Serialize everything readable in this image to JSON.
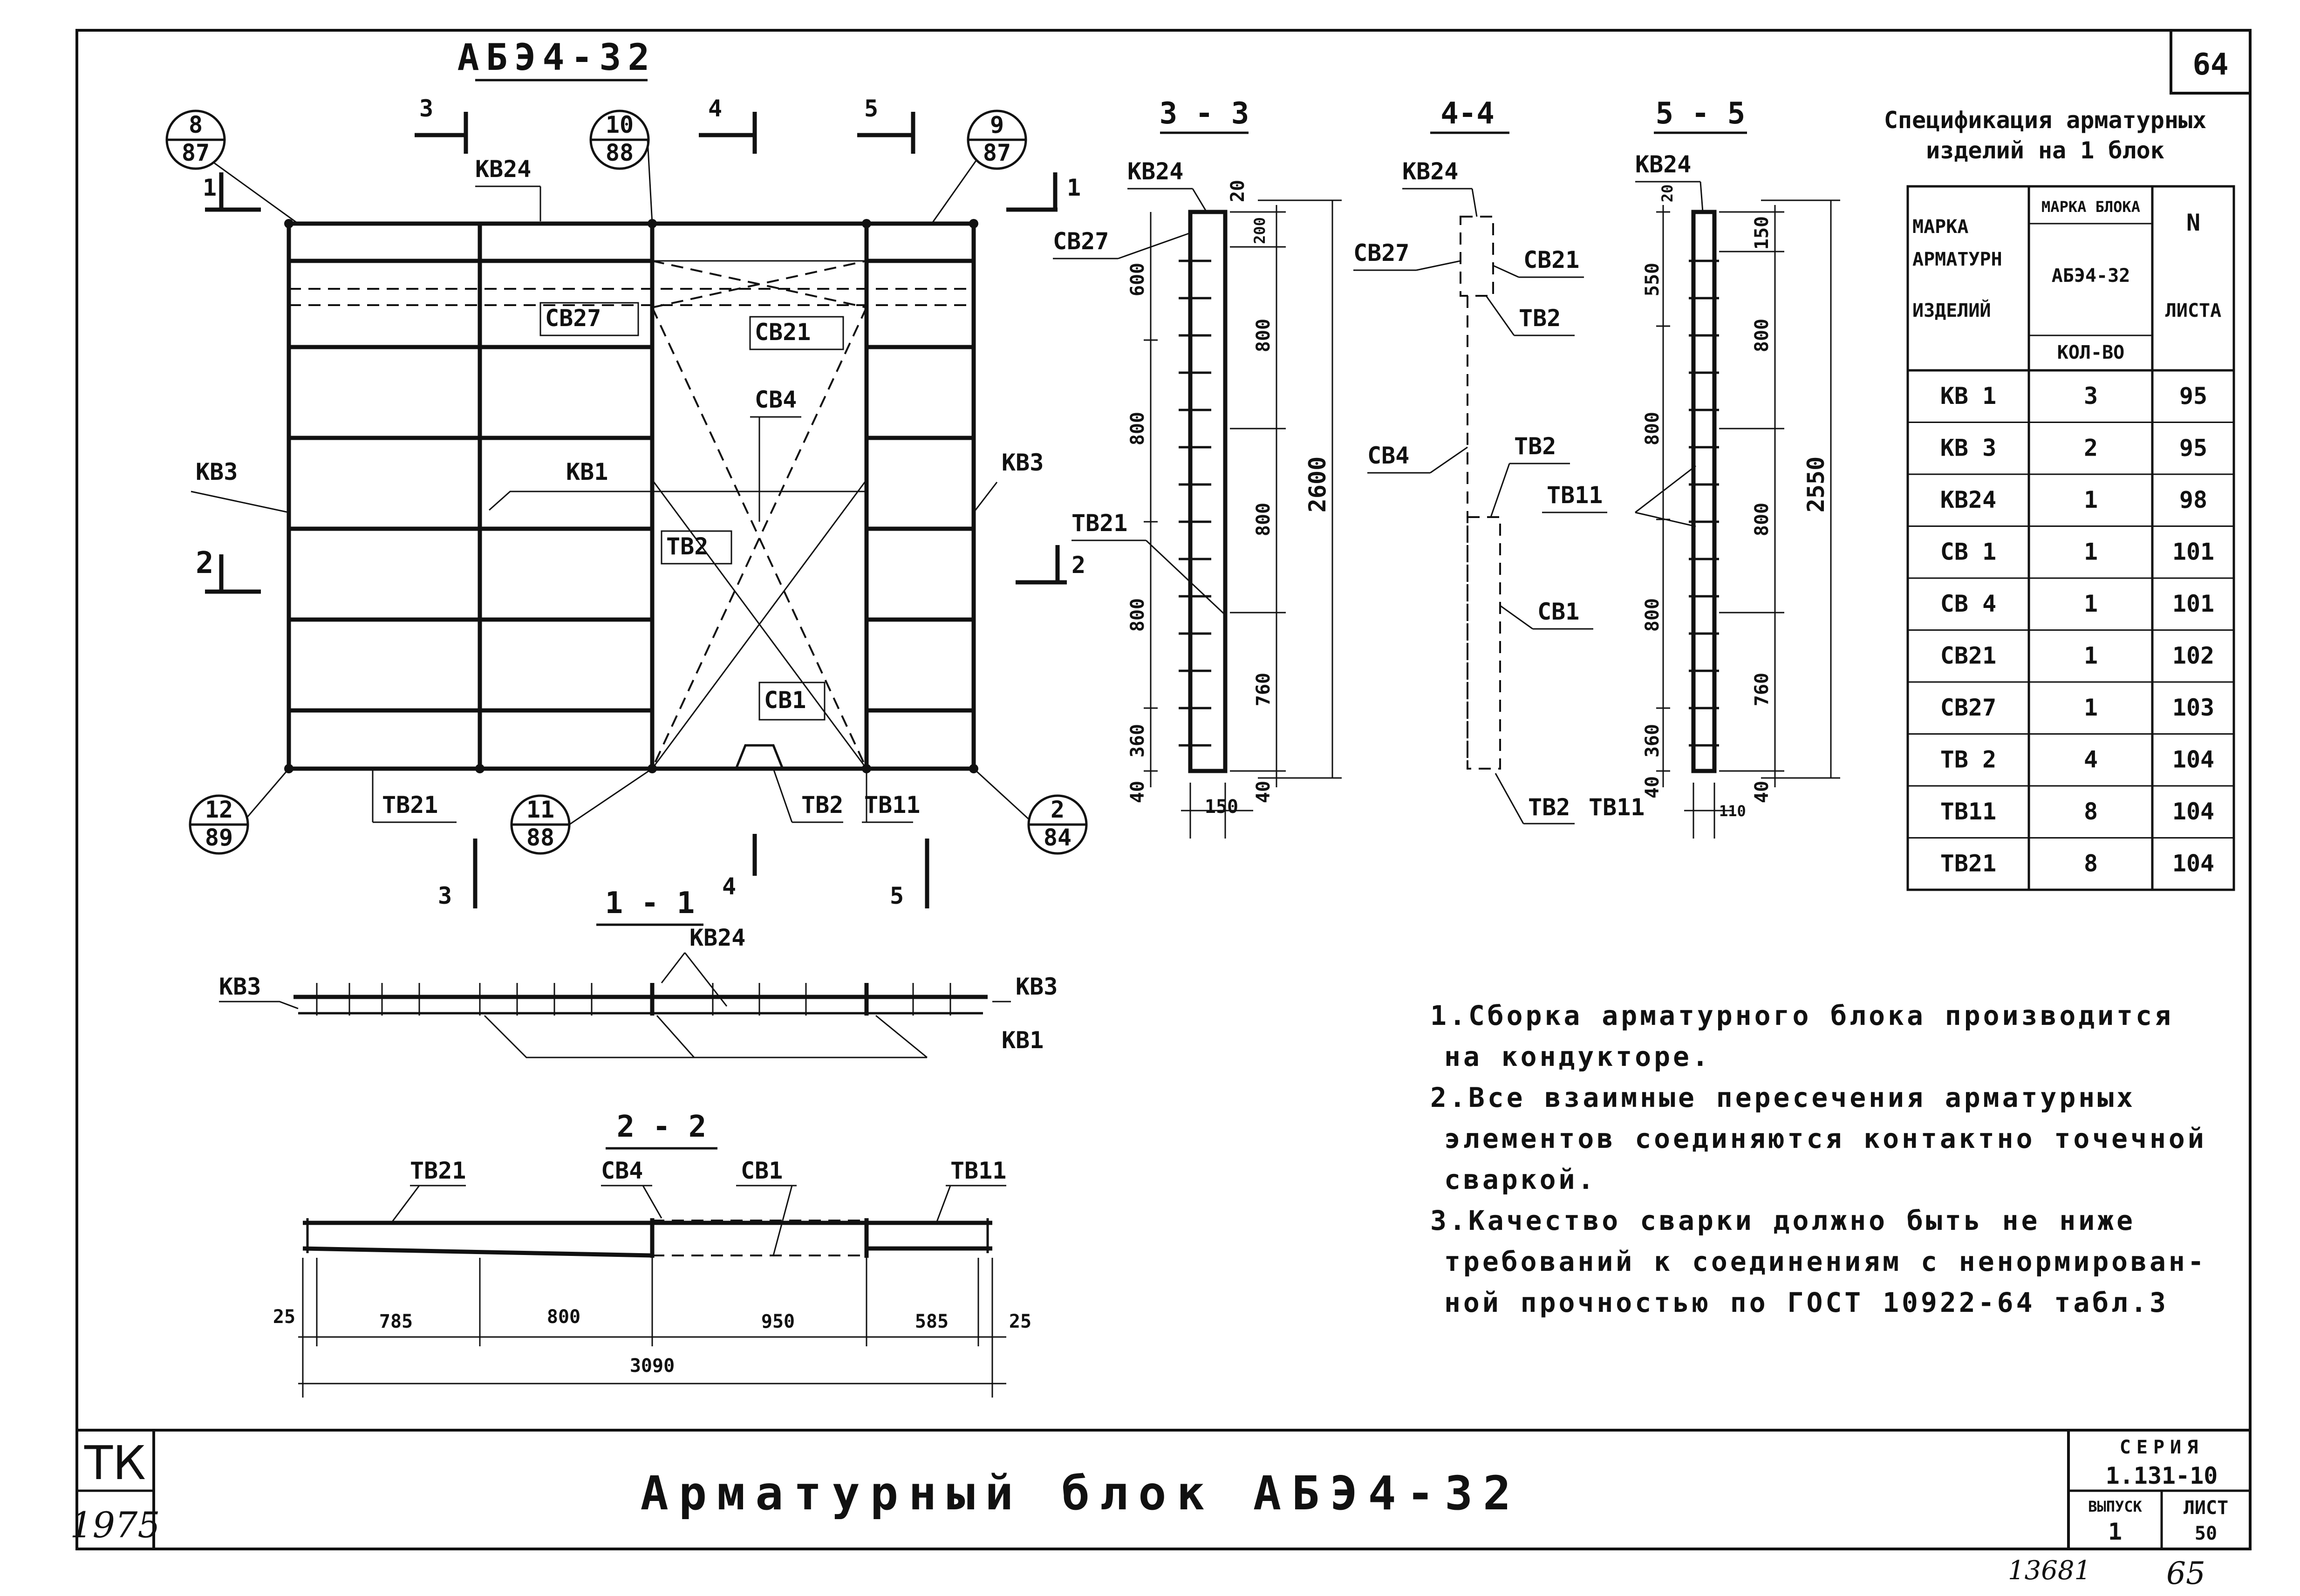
{
  "sheet": {
    "page_number_top": "64",
    "bottom_handwritten_left": "13681",
    "bottom_handwritten_right": "65"
  },
  "elevation": {
    "title": "АБЭ4-32",
    "callouts": [
      {
        "top": "8",
        "bottom": "87"
      },
      {
        "top": "10",
        "bottom": "88"
      },
      {
        "top": "9",
        "bottom": "87"
      },
      {
        "top": "12",
        "bottom": "89"
      },
      {
        "top": "11",
        "bottom": "88"
      },
      {
        "top": "2",
        "bottom": "84"
      }
    ],
    "section_marks": [
      "1",
      "1",
      "2",
      "2",
      "3",
      "3",
      "4",
      "4",
      "5",
      "5"
    ],
    "labels": {
      "kb24": "КВ24",
      "kb3_left": "КВ3",
      "kb3_right": "КВ3",
      "kb1": "КВ1",
      "cb27": "СВ27",
      "cb21": "СВ21",
      "cb4": "СВ4",
      "tb2_mid": "ТВ2",
      "cb1": "СВ1",
      "tb21": "ТВ21",
      "tb2_bottom": "ТВ2",
      "tb11": "ТВ11"
    }
  },
  "section_3_3": {
    "title": "3 - 3",
    "labels": {
      "kb24": "КВ24",
      "cb27": "СВ27",
      "tb21": "ТВ21"
    },
    "dims_left": [
      "600",
      "800",
      "800",
      "360",
      "40"
    ],
    "dims_right": [
      "20",
      "200",
      "800",
      "800",
      "760",
      "40"
    ],
    "overall": "2600",
    "bottom": [
      "150"
    ]
  },
  "section_4_4": {
    "title": "4-4",
    "labels": {
      "kb24": "КВ24",
      "cb27": "СВ27",
      "cb21": "СВ21",
      "tb2a": "ТВ2",
      "cb4": "СВ4",
      "tb2b": "ТВ2",
      "tb11": "ТВ11",
      "cb1": "СВ1",
      "tb2c": "ТВ2",
      "tb11b": "ТВ11"
    }
  },
  "section_5_5": {
    "title": "5 - 5",
    "labels": {
      "kb24": "КВ24"
    },
    "dims_left": [
      "20",
      "550",
      "800",
      "800",
      "360",
      "40"
    ],
    "dims_right": [
      "150",
      "800",
      "800",
      "760",
      "40"
    ],
    "overall": "2550",
    "bottom": [
      "110"
    ]
  },
  "section_1_1": {
    "title": "1 - 1",
    "labels": {
      "kb24": "КВ24",
      "kb3_left": "КВ3",
      "kb3_right": "КВ3",
      "kb1": "КВ1"
    }
  },
  "section_2_2": {
    "title": "2 - 2",
    "labels": {
      "tb21": "ТВ21",
      "cb4": "СВ4",
      "cb1": "СВ1",
      "tb11": "ТВ11"
    },
    "dims": [
      "25",
      "785",
      "800",
      "950",
      "585",
      "25"
    ],
    "overall": "3090"
  },
  "spec": {
    "title_line1": "Спецификация арматурных",
    "title_line2": "изделий на 1 блок",
    "header": {
      "mark_l1": "МАРКА",
      "mark_l2": "АРМАТУРН",
      "mark_l3": "ИЗДЕЛИЙ",
      "block_mark": "МАРКА БЛОКА",
      "block_name": "АБЭ4-32",
      "qty": "КОЛ-ВО",
      "n": "N",
      "sheet": "ЛИСТА"
    },
    "rows": [
      {
        "mark": "КВ 1",
        "qty": "3",
        "sheet": "95"
      },
      {
        "mark": "КВ 3",
        "qty": "2",
        "sheet": "95"
      },
      {
        "mark": "КВ24",
        "qty": "1",
        "sheet": "98"
      },
      {
        "mark": "СВ 1",
        "qty": "1",
        "sheet": "101"
      },
      {
        "mark": "СВ 4",
        "qty": "1",
        "sheet": "101"
      },
      {
        "mark": "СВ21",
        "qty": "1",
        "sheet": "102"
      },
      {
        "mark": "СВ27",
        "qty": "1",
        "sheet": "103"
      },
      {
        "mark": "ТВ 2",
        "qty": "4",
        "sheet": "104"
      },
      {
        "mark": "ТВ11",
        "qty": "8",
        "sheet": "104"
      },
      {
        "mark": "ТВ21",
        "qty": "8",
        "sheet": "104"
      }
    ]
  },
  "notes": [
    "1.Сборка арматурного блока производится",
    "на кондукторе.",
    "2.Все взаимные пересечения арматурных",
    "элементов соединяются контактно точечной",
    "сваркой.",
    "3.Качество сварки должно быть не ниже",
    "требований к соединениям с ненормирован-",
    "ной прочностью по ГОСТ 10922-64 табл.3"
  ],
  "title_block": {
    "tk": "ТК",
    "year": "1975",
    "title": "Арматурный блок АБЭ4-32",
    "series_label": "СЕРИЯ",
    "series": "1.131-10",
    "issue_label": "ВЫПУСК",
    "issue": "1",
    "sheet_label": "ЛИСТ",
    "sheet": "50"
  }
}
